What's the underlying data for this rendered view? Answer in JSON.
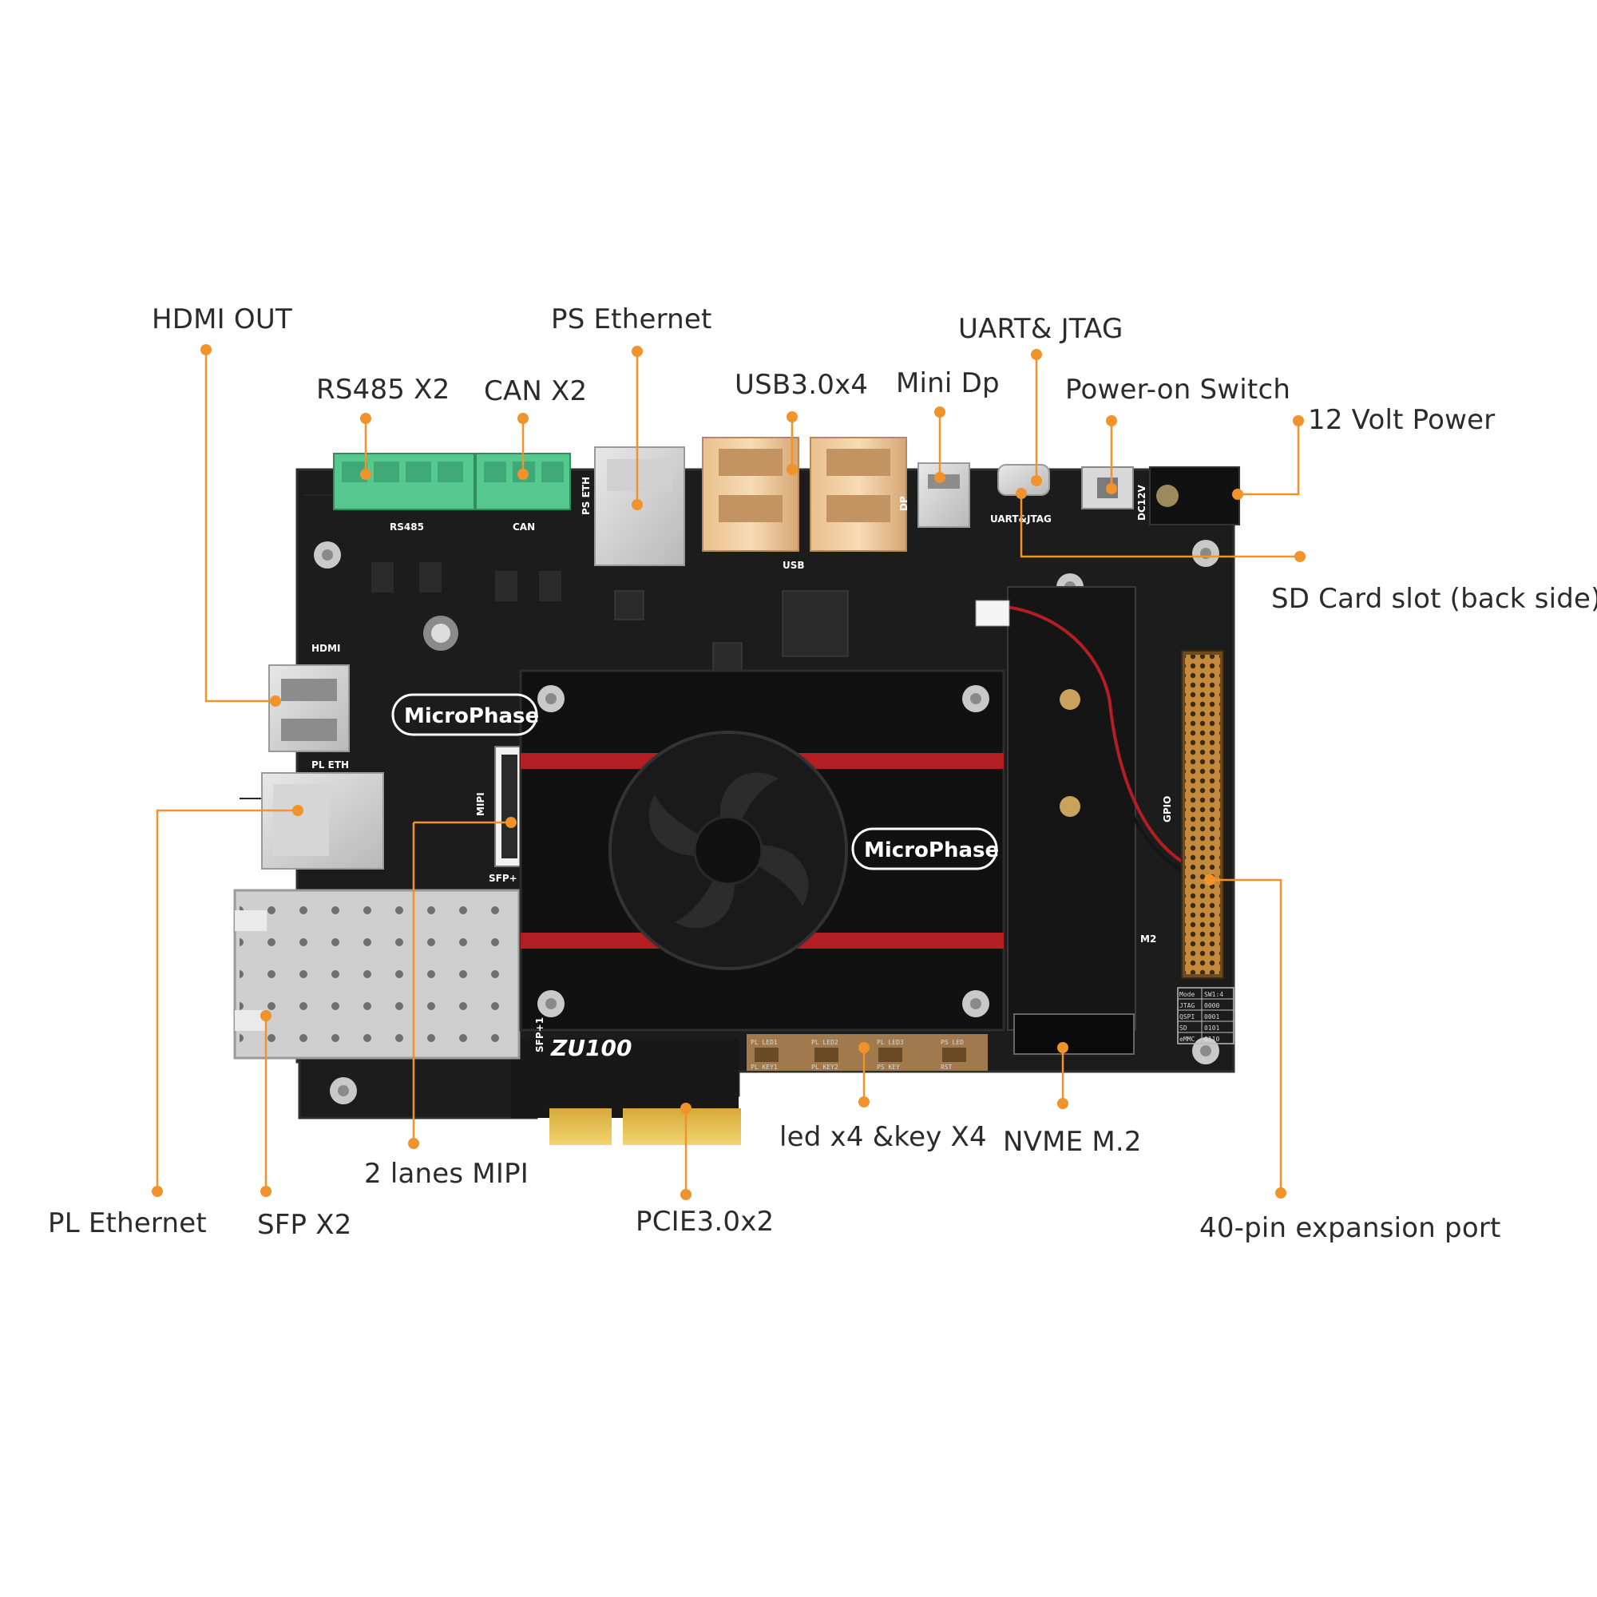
{
  "accent_color": "#f0932b",
  "board": {
    "brand": "MicroPhase",
    "model": "ZU100",
    "silkscreen": {
      "rs485": "RS485",
      "can": "CAN",
      "ps_eth": "PS ETH",
      "usb": "USB",
      "dp": "DP",
      "uart_jtag": "UART&JTAG",
      "dc12v": "DC12V",
      "hdmi": "HDMI",
      "pl_eth": "PL ETH",
      "mipi": "MIPI",
      "sfp_plus": "SFP+",
      "sfp_plus_1": "SFP+1",
      "gpio": "GPIO",
      "m2": "M2",
      "leds": [
        "PL LED1",
        "PL LED2",
        "PL LED3",
        "PS LED"
      ],
      "keys": [
        "PL KEY1",
        "PL KEY2",
        "PS KEY",
        "RST"
      ],
      "boot_table": {
        "header": [
          "Mode",
          "SW1:4"
        ],
        "rows": [
          [
            "JTAG",
            "0000"
          ],
          [
            "QSPI",
            "0001"
          ],
          [
            "SD",
            "0101"
          ],
          [
            "eMMC",
            "0110"
          ]
        ]
      }
    }
  },
  "callouts": {
    "hdmi_out": "HDMI OUT",
    "rs485": "RS485 X2",
    "can": "CAN X2",
    "ps_ethernet": "PS Ethernet",
    "usb": "USB3.0x4",
    "mini_dp": "Mini Dp",
    "uart_jtag": "UART& JTAG",
    "power_switch": "Power-on Switch",
    "power_12v": "12 Volt  Power",
    "sd_card": "SD Card slot (back side)",
    "pl_ethernet": "PL Ethernet",
    "sfp": "SFP X2",
    "mipi": "2 lanes MIPI",
    "pcie": "PCIE3.0x2",
    "led_key": "led x4 &key X4",
    "nvme": "NVME M.2",
    "expansion": "40-pin expansion port"
  }
}
